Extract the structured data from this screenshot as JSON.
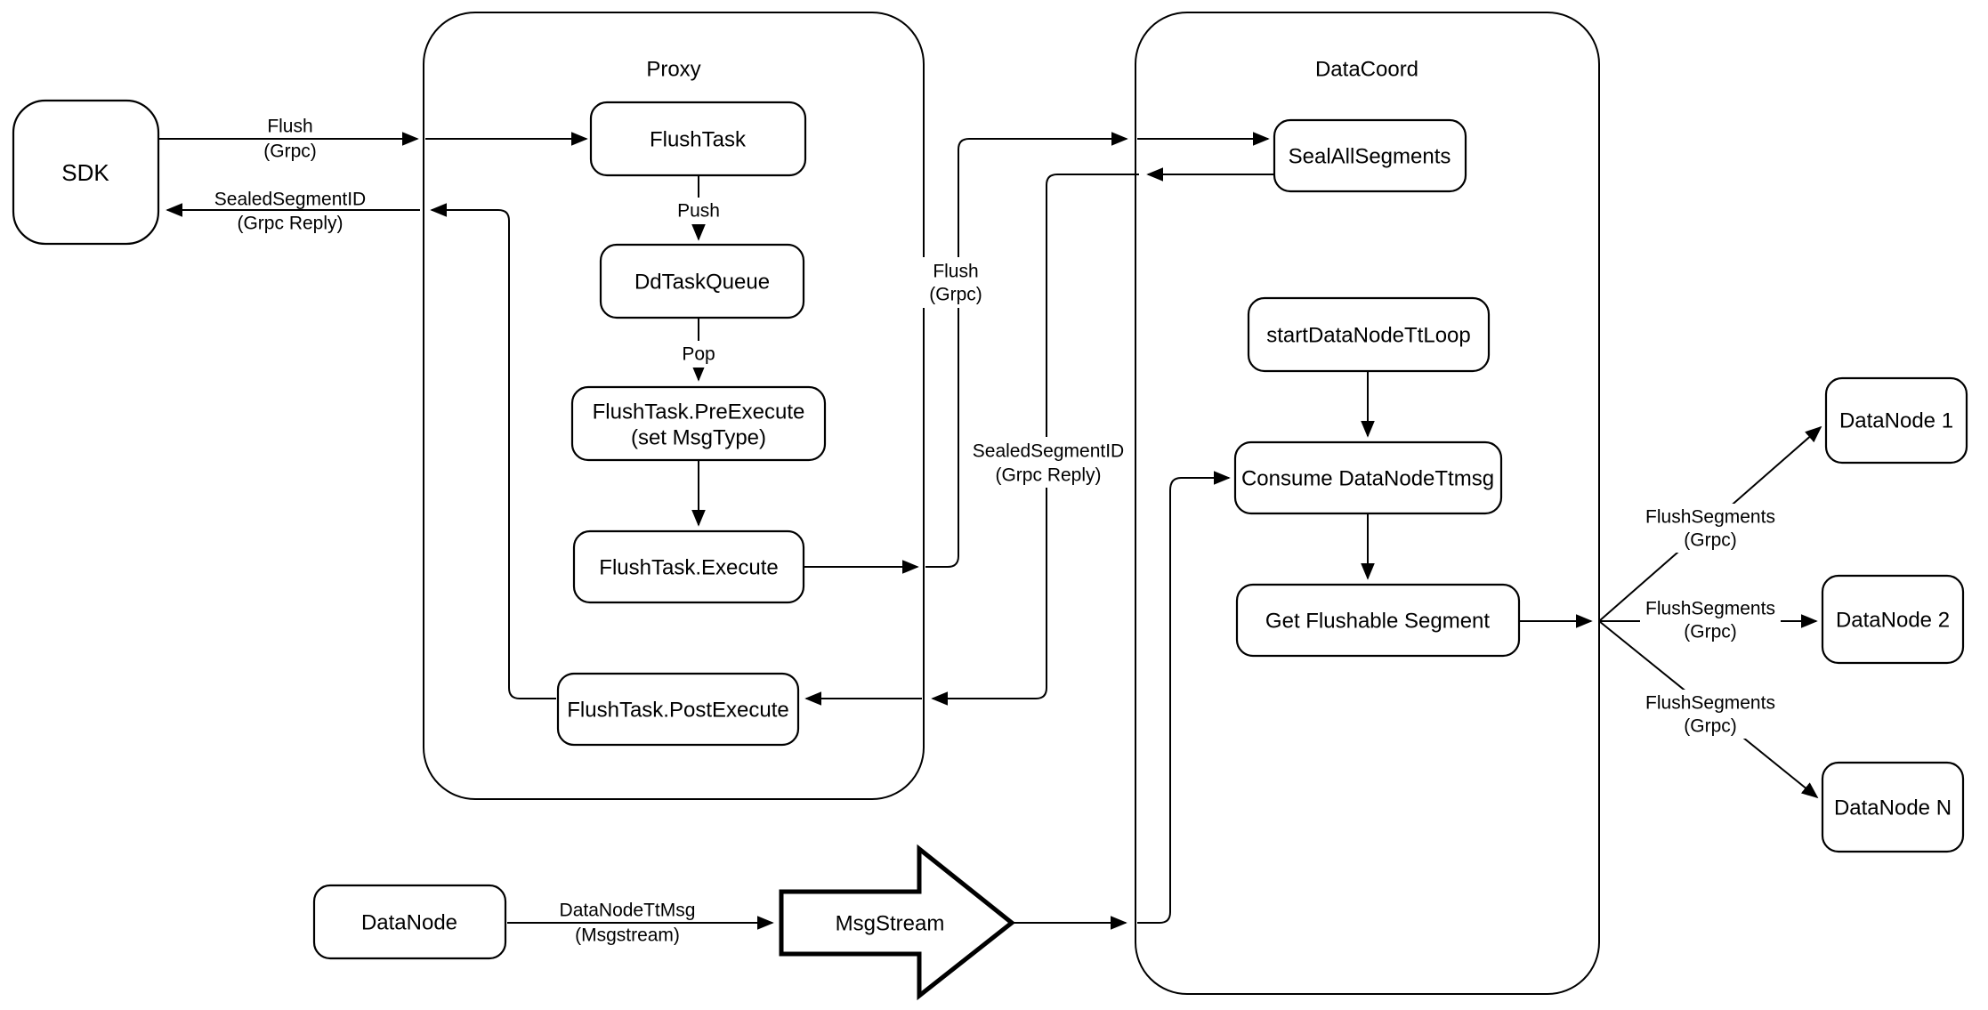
{
  "diagram": {
    "colors": {
      "background": "#ffffff",
      "stroke": "#000000",
      "node_fill": "#ffffff"
    },
    "containers": {
      "proxy_title": "Proxy",
      "datacoord_title": "DataCoord"
    },
    "nodes": {
      "sdk": "SDK",
      "flush_task": "FlushTask",
      "dd_task_queue": "DdTaskQueue",
      "pre_execute": [
        "FlushTask.PreExecute",
        "(set MsgType)"
      ],
      "execute": "FlushTask.Execute",
      "post_execute": "FlushTask.PostExecute",
      "seal_all_segments": "SealAllSegments",
      "start_datanode_tt_loop": "startDataNodeTtLoop",
      "consume_datanode_ttmsg": "Consume DataNodeTtmsg",
      "get_flushable_segment": "Get Flushable Segment",
      "datanode_1": "DataNode 1",
      "datanode_2": "DataNode 2",
      "datanode_n": "DataNode N",
      "datanode": "DataNode",
      "msgstream": "MsgStream"
    },
    "edge_labels": {
      "sdk_flush": [
        "Flush",
        "(Grpc)"
      ],
      "sdk_reply": [
        "SealedSegmentID",
        "(Grpc Reply)"
      ],
      "push": "Push",
      "pop": "Pop",
      "coord_flush": [
        "Flush",
        "(Grpc)"
      ],
      "coord_reply": [
        "SealedSegmentID",
        "(Grpc Reply)"
      ],
      "flush_segments_1": [
        "FlushSegments",
        "(Grpc)"
      ],
      "flush_segments_2": [
        "FlushSegments",
        "(Grpc)"
      ],
      "flush_segments_3": [
        "FlushSegments",
        "(Grpc)"
      ],
      "datanode_ttmsg": [
        "DataNodeTtMsg",
        "(Msgstream)"
      ]
    }
  }
}
